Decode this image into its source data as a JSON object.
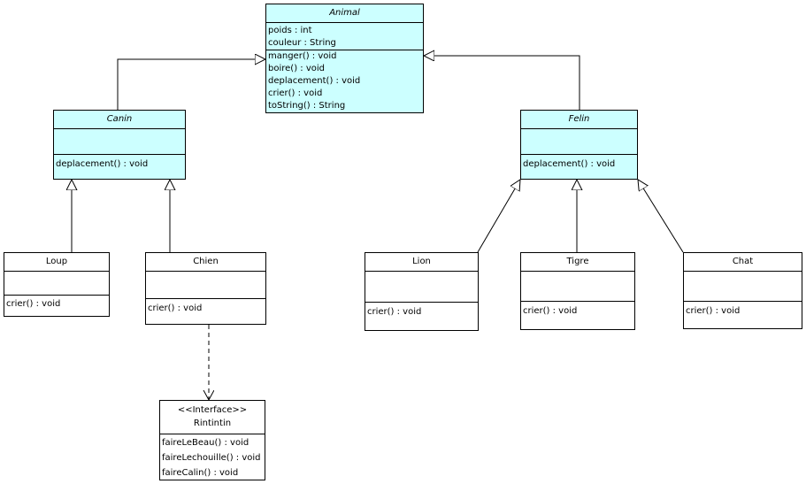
{
  "classes": {
    "animal": {
      "name": "Animal",
      "attributes": [
        "poids : int",
        "couleur : String"
      ],
      "operations": [
        "manger() : void",
        "boire() : void",
        "deplacement() : void",
        "crier() : void",
        "toString() : String"
      ]
    },
    "canin": {
      "name": "Canin",
      "attributes": [],
      "operations": [
        "deplacement() : void"
      ]
    },
    "felin": {
      "name": "Felin",
      "attributes": [],
      "operations": [
        "deplacement() : void"
      ]
    },
    "loup": {
      "name": "Loup",
      "attributes": [],
      "operations": [
        "crier() : void"
      ]
    },
    "chien": {
      "name": "Chien",
      "attributes": [],
      "operations": [
        "crier() : void"
      ]
    },
    "lion": {
      "name": "Lion",
      "attributes": [],
      "operations": [
        "crier() : void"
      ]
    },
    "tigre": {
      "name": "Tigre",
      "attributes": [],
      "operations": [
        "crier() : void"
      ]
    },
    "chat": {
      "name": "Chat",
      "attributes": [],
      "operations": [
        "crier() : void"
      ]
    },
    "rintintin": {
      "stereotype": "<<Interface>>",
      "name": "Rintintin",
      "attributes": [],
      "operations": [
        "faireLeBeau() : void",
        "faireLechouille() : void",
        "faireCalin() : void"
      ]
    }
  },
  "colors": {
    "abstract_fill": "#ccffff",
    "line": "#000000"
  }
}
